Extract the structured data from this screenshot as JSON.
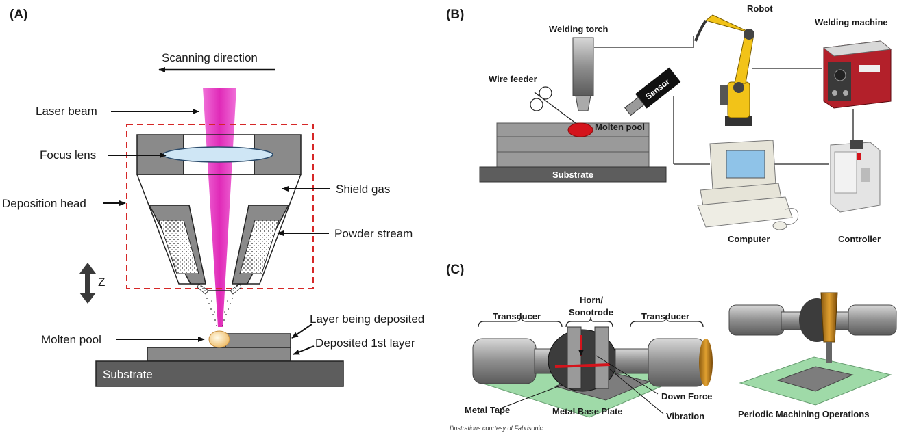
{
  "panels": {
    "a": {
      "tag": "(A)",
      "scanning_direction": "Scanning direction",
      "laser_beam": "Laser beam",
      "focus_lens": "Focus lens",
      "deposition_head": "Deposition head",
      "shield_gas": "Shield gas",
      "powder_stream": "Powder stream",
      "z_axis": "Z",
      "molten_pool": "Molten pool",
      "layer_being_deposited": "Layer being deposited",
      "deposited_first_layer": "Deposited 1st layer",
      "substrate": "Substrate"
    },
    "b": {
      "tag": "(B)",
      "welding_torch": "Welding torch",
      "robot": "Robot",
      "welding_machine": "Welding machine",
      "wire_feeder": "Wire feeder",
      "sensor": "Sensor",
      "molten_pool": "Molten pool",
      "substrate": "Substrate",
      "computer": "Computer",
      "controller": "Controller"
    },
    "c": {
      "tag": "(C)",
      "transducer_left": "Transducer",
      "horn": "Horn/\nSonotrode",
      "transducer_right": "Transducer",
      "down_force": "Down Force",
      "metal_tape": "Metal Tape",
      "metal_base_plate": "Metal Base Plate",
      "vibration": "Vibration",
      "periodic_machining": "Periodic Machining Operations",
      "credit": "Illustrations courtesy of Fabrisonic"
    }
  },
  "colors": {
    "laser": "#e83fc4",
    "lens": "#cfe6f5",
    "dashed_box": "#d62828",
    "head_gray": "#8a8a8a",
    "substrate_gray": "#5d5d5d",
    "molten_red": "#d4141c",
    "robot_yellow": "#f2c318",
    "green_plate": "#8fd49a"
  }
}
